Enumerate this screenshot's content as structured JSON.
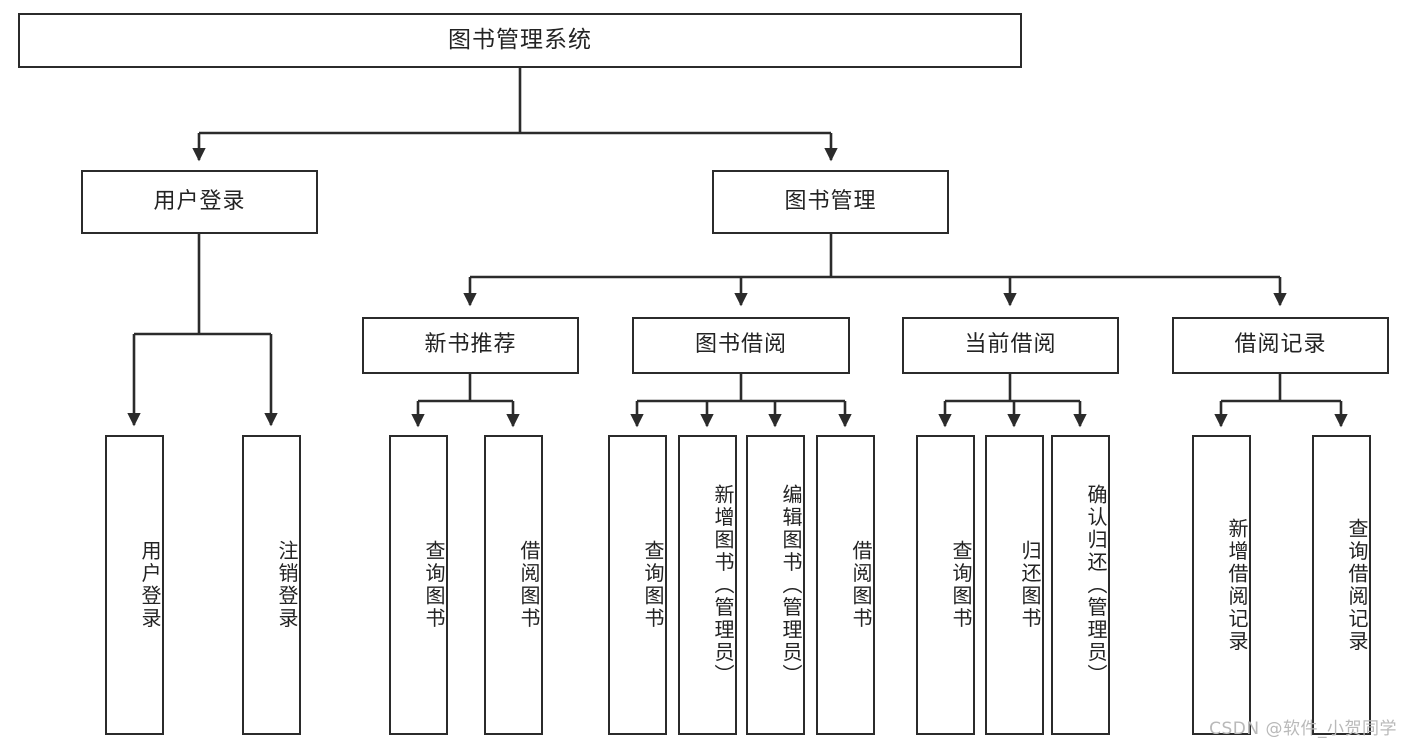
{
  "diagram": {
    "title": "图书管理系统",
    "watermark": "CSDN @软件_小贺同学",
    "colors": {
      "background": "#ffffff",
      "box_border": "#2b2b2b",
      "box_fill": "#ffffff",
      "connector": "#2b2b2b",
      "text": "#232323",
      "watermark": "#b9b9b9"
    },
    "root": {
      "label": "图书管理系统"
    },
    "level2": [
      {
        "label": "用户登录"
      },
      {
        "label": "图书管理"
      }
    ],
    "level3": [
      {
        "label": "新书推荐"
      },
      {
        "label": "图书借阅"
      },
      {
        "label": "当前借阅"
      },
      {
        "label": "借阅记录"
      }
    ],
    "leaves": {
      "user_login": [
        {
          "label": "用户登录"
        },
        {
          "label": "注销登录"
        }
      ],
      "new_book_recommend": [
        {
          "label": "查询图书"
        },
        {
          "label": "借阅图书"
        }
      ],
      "book_borrow": [
        {
          "label": "查询图书"
        },
        {
          "label": "新增图书（管理员）"
        },
        {
          "label": "编辑图书（管理员）"
        },
        {
          "label": "借阅图书"
        }
      ],
      "current_borrow": [
        {
          "label": "查询图书"
        },
        {
          "label": "归还图书"
        },
        {
          "label": "确认归还（管理员）"
        }
      ],
      "borrow_record": [
        {
          "label": "新增借阅记录"
        },
        {
          "label": "查询借阅记录"
        }
      ]
    }
  }
}
